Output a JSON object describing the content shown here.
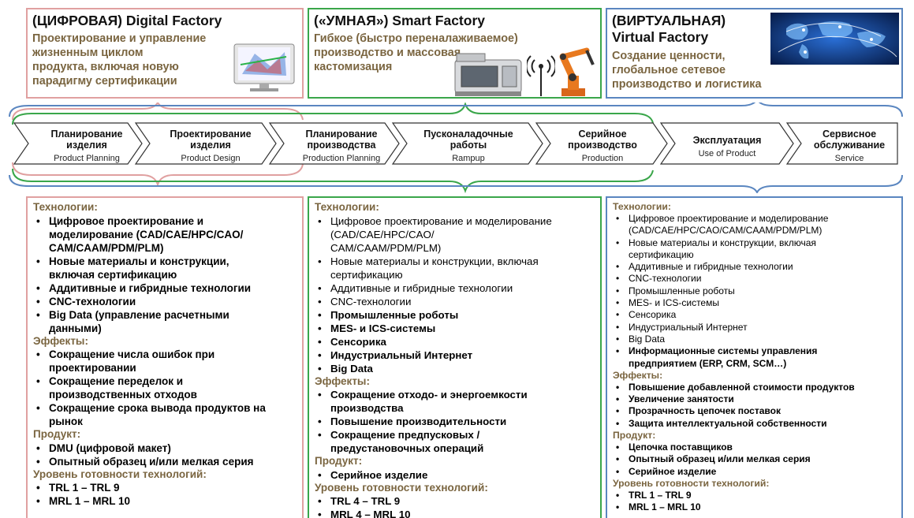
{
  "top_boxes": [
    {
      "title": "(ЦИФРОВАЯ) Digital Factory",
      "subtitle": [
        "Проектирование и управление",
        "жизненным циклом",
        "продукта, включая новую",
        "парадигму сертификации"
      ],
      "color": "#e0a0a0"
    },
    {
      "title": "(«УМНАЯ») Smart Factory",
      "subtitle": [
        "Гибкое (быстро переналаживаемое)",
        "производство и массовая",
        "кастомизация"
      ],
      "color": "#3aa64a"
    },
    {
      "title": "(ВИРТУАЛЬНАЯ)",
      "title2": "Virtual Factory",
      "subtitle": [
        "Создание ценности,",
        "глобальное сетевое",
        "производство и логистика"
      ],
      "color": "#5a86c0"
    }
  ],
  "stages": [
    {
      "ru": [
        "Планирование",
        "изделия"
      ],
      "en": "Product Planning"
    },
    {
      "ru": [
        "Проектирование",
        "изделия"
      ],
      "en": "Product Design"
    },
    {
      "ru": [
        "Планирование",
        "производства"
      ],
      "en": "Production Planning"
    },
    {
      "ru": [
        "Пусконаладочные",
        "работы"
      ],
      "en": "Rampup"
    },
    {
      "ru": [
        "Серийное",
        "производство"
      ],
      "en": "Production"
    },
    {
      "ru": [
        "Эксплуатация"
      ],
      "en": "Use of Product"
    },
    {
      "ru": [
        "Сервисное",
        "обслуживание"
      ],
      "en": "Service"
    }
  ],
  "columns": {
    "digital": {
      "sections": [
        {
          "heading": "Технологии:",
          "items": [
            {
              "lines": [
                "Цифровое проектирование и",
                "моделирование (CAD/CAE/HPC/CAO/",
                "CAM/CAAM/PDM/PLM)"
              ]
            },
            {
              "lines": [
                "Новые материалы и конструкции,",
                "включая сертификацию"
              ]
            },
            {
              "lines": [
                "Аддитивные и гибридные технологии"
              ]
            },
            {
              "lines": [
                "CNC-технологии"
              ]
            },
            {
              "lines": [
                "Big Data (управление расчетными",
                "данными)"
              ]
            }
          ]
        },
        {
          "heading": "Эффекты:",
          "items": [
            {
              "lines": [
                "Сокращение числа ошибок при",
                "проектировании"
              ]
            },
            {
              "lines": [
                "Сокращение переделок и",
                "производственных отходов"
              ]
            },
            {
              "lines": [
                "Сокращение срока вывода продуктов на",
                "рынок"
              ]
            }
          ]
        },
        {
          "heading": "Продукт:",
          "items": [
            {
              "lines": [
                "DMU (цифровой макет)"
              ]
            },
            {
              "lines": [
                "Опытный образец и/или мелкая серия"
              ]
            }
          ]
        },
        {
          "heading": "Уровень готовности технологий:",
          "items": [
            {
              "lines": [
                "TRL 1 – TRL 9"
              ]
            },
            {
              "lines": [
                "MRL 1 – MRL 10"
              ]
            }
          ]
        }
      ]
    },
    "smart": {
      "sections": [
        {
          "heading": "Технологии:",
          "items": [
            {
              "lines": [
                "Цифровое проектирование и моделирование",
                "(CAD/CAE/HPC/CAO/",
                "CAM/CAAM/PDM/PLM)"
              ],
              "bold": false
            },
            {
              "lines": [
                "Новые материалы и конструкции, включая",
                "сертификацию"
              ],
              "bold": false
            },
            {
              "lines": [
                "Аддитивные и гибридные технологии"
              ],
              "bold": false
            },
            {
              "lines": [
                "CNC-технологии"
              ],
              "bold": false
            },
            {
              "lines": [
                "Промышленные роботы"
              ],
              "bold": true
            },
            {
              "lines": [
                "MES- и ICS-системы"
              ],
              "bold": true
            },
            {
              "lines": [
                "Сенсорика"
              ],
              "bold": true
            },
            {
              "lines": [
                "Индустриальный Интернет"
              ],
              "bold": true
            },
            {
              "lines": [
                "Big Data"
              ],
              "bold": true
            }
          ]
        },
        {
          "heading": "Эффекты:",
          "items": [
            {
              "lines": [
                "Сокращение отходо- и энергоемкости",
                "производства"
              ],
              "bold": true
            },
            {
              "lines": [
                "Повышение производительности"
              ],
              "bold": true
            },
            {
              "lines": [
                "Сокращение предпусковых /",
                "предустановочных операций"
              ],
              "bold": true
            }
          ]
        },
        {
          "heading": "Продукт:",
          "items": [
            {
              "lines": [
                "Серийное изделие"
              ],
              "bold": true
            }
          ]
        },
        {
          "heading": "Уровень готовности технологий:",
          "items": [
            {
              "lines": [
                "TRL 4 – TRL 9"
              ],
              "bold": true
            },
            {
              "lines": [
                "MRL 4 – MRL 10"
              ],
              "bold": true
            }
          ]
        }
      ]
    },
    "virtual": {
      "sections": [
        {
          "heading": "Технологии:",
          "items": [
            {
              "lines": [
                "Цифровое проектирование и моделирование",
                "(CAD/CAE/HPC/CAO/CAM/CAAM/PDM/PLM)"
              ],
              "bold": false
            },
            {
              "lines": [
                "Новые материалы и конструкции, включая",
                "сертификацию"
              ],
              "bold": false
            },
            {
              "lines": [
                "Аддитивные и гибридные технологии"
              ],
              "bold": false
            },
            {
              "lines": [
                "CNC-технологии"
              ],
              "bold": false
            },
            {
              "lines": [
                "Промышленные роботы"
              ],
              "bold": false
            },
            {
              "lines": [
                "MES- и ICS-системы"
              ],
              "bold": false
            },
            {
              "lines": [
                "Сенсорика"
              ],
              "bold": false
            },
            {
              "lines": [
                "Индустриальный Интернет"
              ],
              "bold": false
            },
            {
              "lines": [
                "Big Data"
              ],
              "bold": false
            },
            {
              "lines": [
                "Информационные системы управления",
                "предприятием (ERP, CRM, SCM…)"
              ],
              "bold": true
            }
          ]
        },
        {
          "heading": "Эффекты:",
          "items": [
            {
              "lines": [
                "Повышение добавленной стоимости продуктов"
              ],
              "bold": true
            },
            {
              "lines": [
                "Увеличение занятости"
              ],
              "bold": true
            },
            {
              "lines": [
                "Прозрачность цепочек поставок"
              ],
              "bold": true
            },
            {
              "lines": [
                "Защита интеллектуальной собственности"
              ],
              "bold": true
            }
          ]
        },
        {
          "heading": "Продукт:",
          "items": [
            {
              "lines": [
                "Цепочка поставщиков"
              ],
              "bold": true
            },
            {
              "lines": [
                "Опытный образец и/или мелкая серия"
              ],
              "bold": true
            },
            {
              "lines": [
                "Серийное изделие"
              ],
              "bold": true
            }
          ]
        },
        {
          "heading": "Уровень готовности технологий:",
          "items": [
            {
              "lines": [
                "TRL 1 – TRL 9"
              ],
              "bold": true
            },
            {
              "lines": [
                "MRL 1 – MRL 10"
              ],
              "bold": true
            }
          ]
        }
      ]
    }
  }
}
